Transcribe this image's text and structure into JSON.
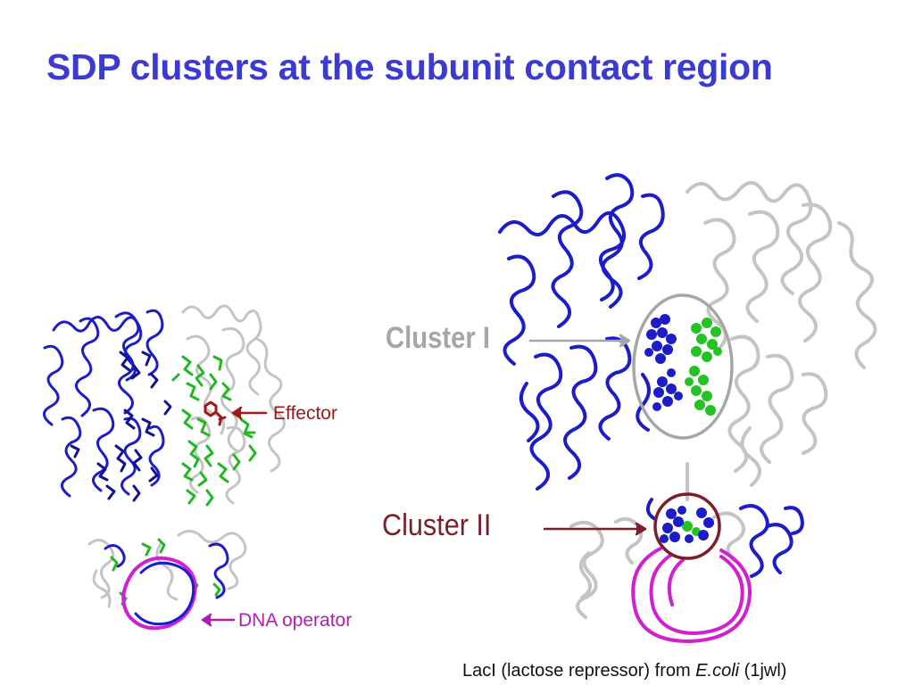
{
  "slide": {
    "title": "SDP clusters at the subunit contact region"
  },
  "labels": {
    "cluster_1": "Cluster I",
    "cluster_2": "Cluster II",
    "effector": "Effector",
    "dna_operator": "DNA operator"
  },
  "caption": {
    "prefix": "LacI (lactose repressor) from ",
    "species": "E.coli",
    "suffix": " (1jwl)"
  },
  "colors": {
    "title": "#3b3bd1",
    "subunit_a": "#1c1cc8",
    "subunit_b": "#c4c4c4",
    "sdp_green": "#22b822",
    "dna": "#d020d0",
    "cluster_1_ring": "#a6a6a6",
    "cluster_2_ring": "#7a1f2b",
    "effector": "#a01818"
  }
}
